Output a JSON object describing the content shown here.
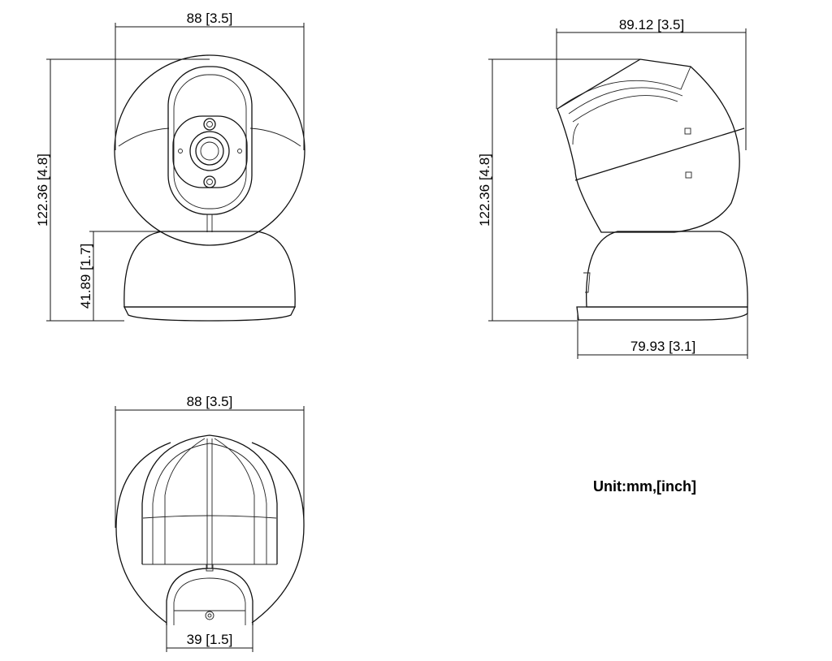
{
  "front_view": {
    "width_label": "88  [3.5]",
    "height_label": "122.36  [4.8]",
    "base_height_label": "41.89  [1.7]",
    "lower_label": "[1.7]"
  },
  "side_view": {
    "width_label": "89.12  [3.5]",
    "height_label": "122.36  [4.8]",
    "base_width_label": "79.93  [3.1]"
  },
  "top_view": {
    "width_label": "88  [3.5]",
    "slot_label": "39  [1.5]"
  },
  "unit_note": "Unit:mm,[inch]"
}
